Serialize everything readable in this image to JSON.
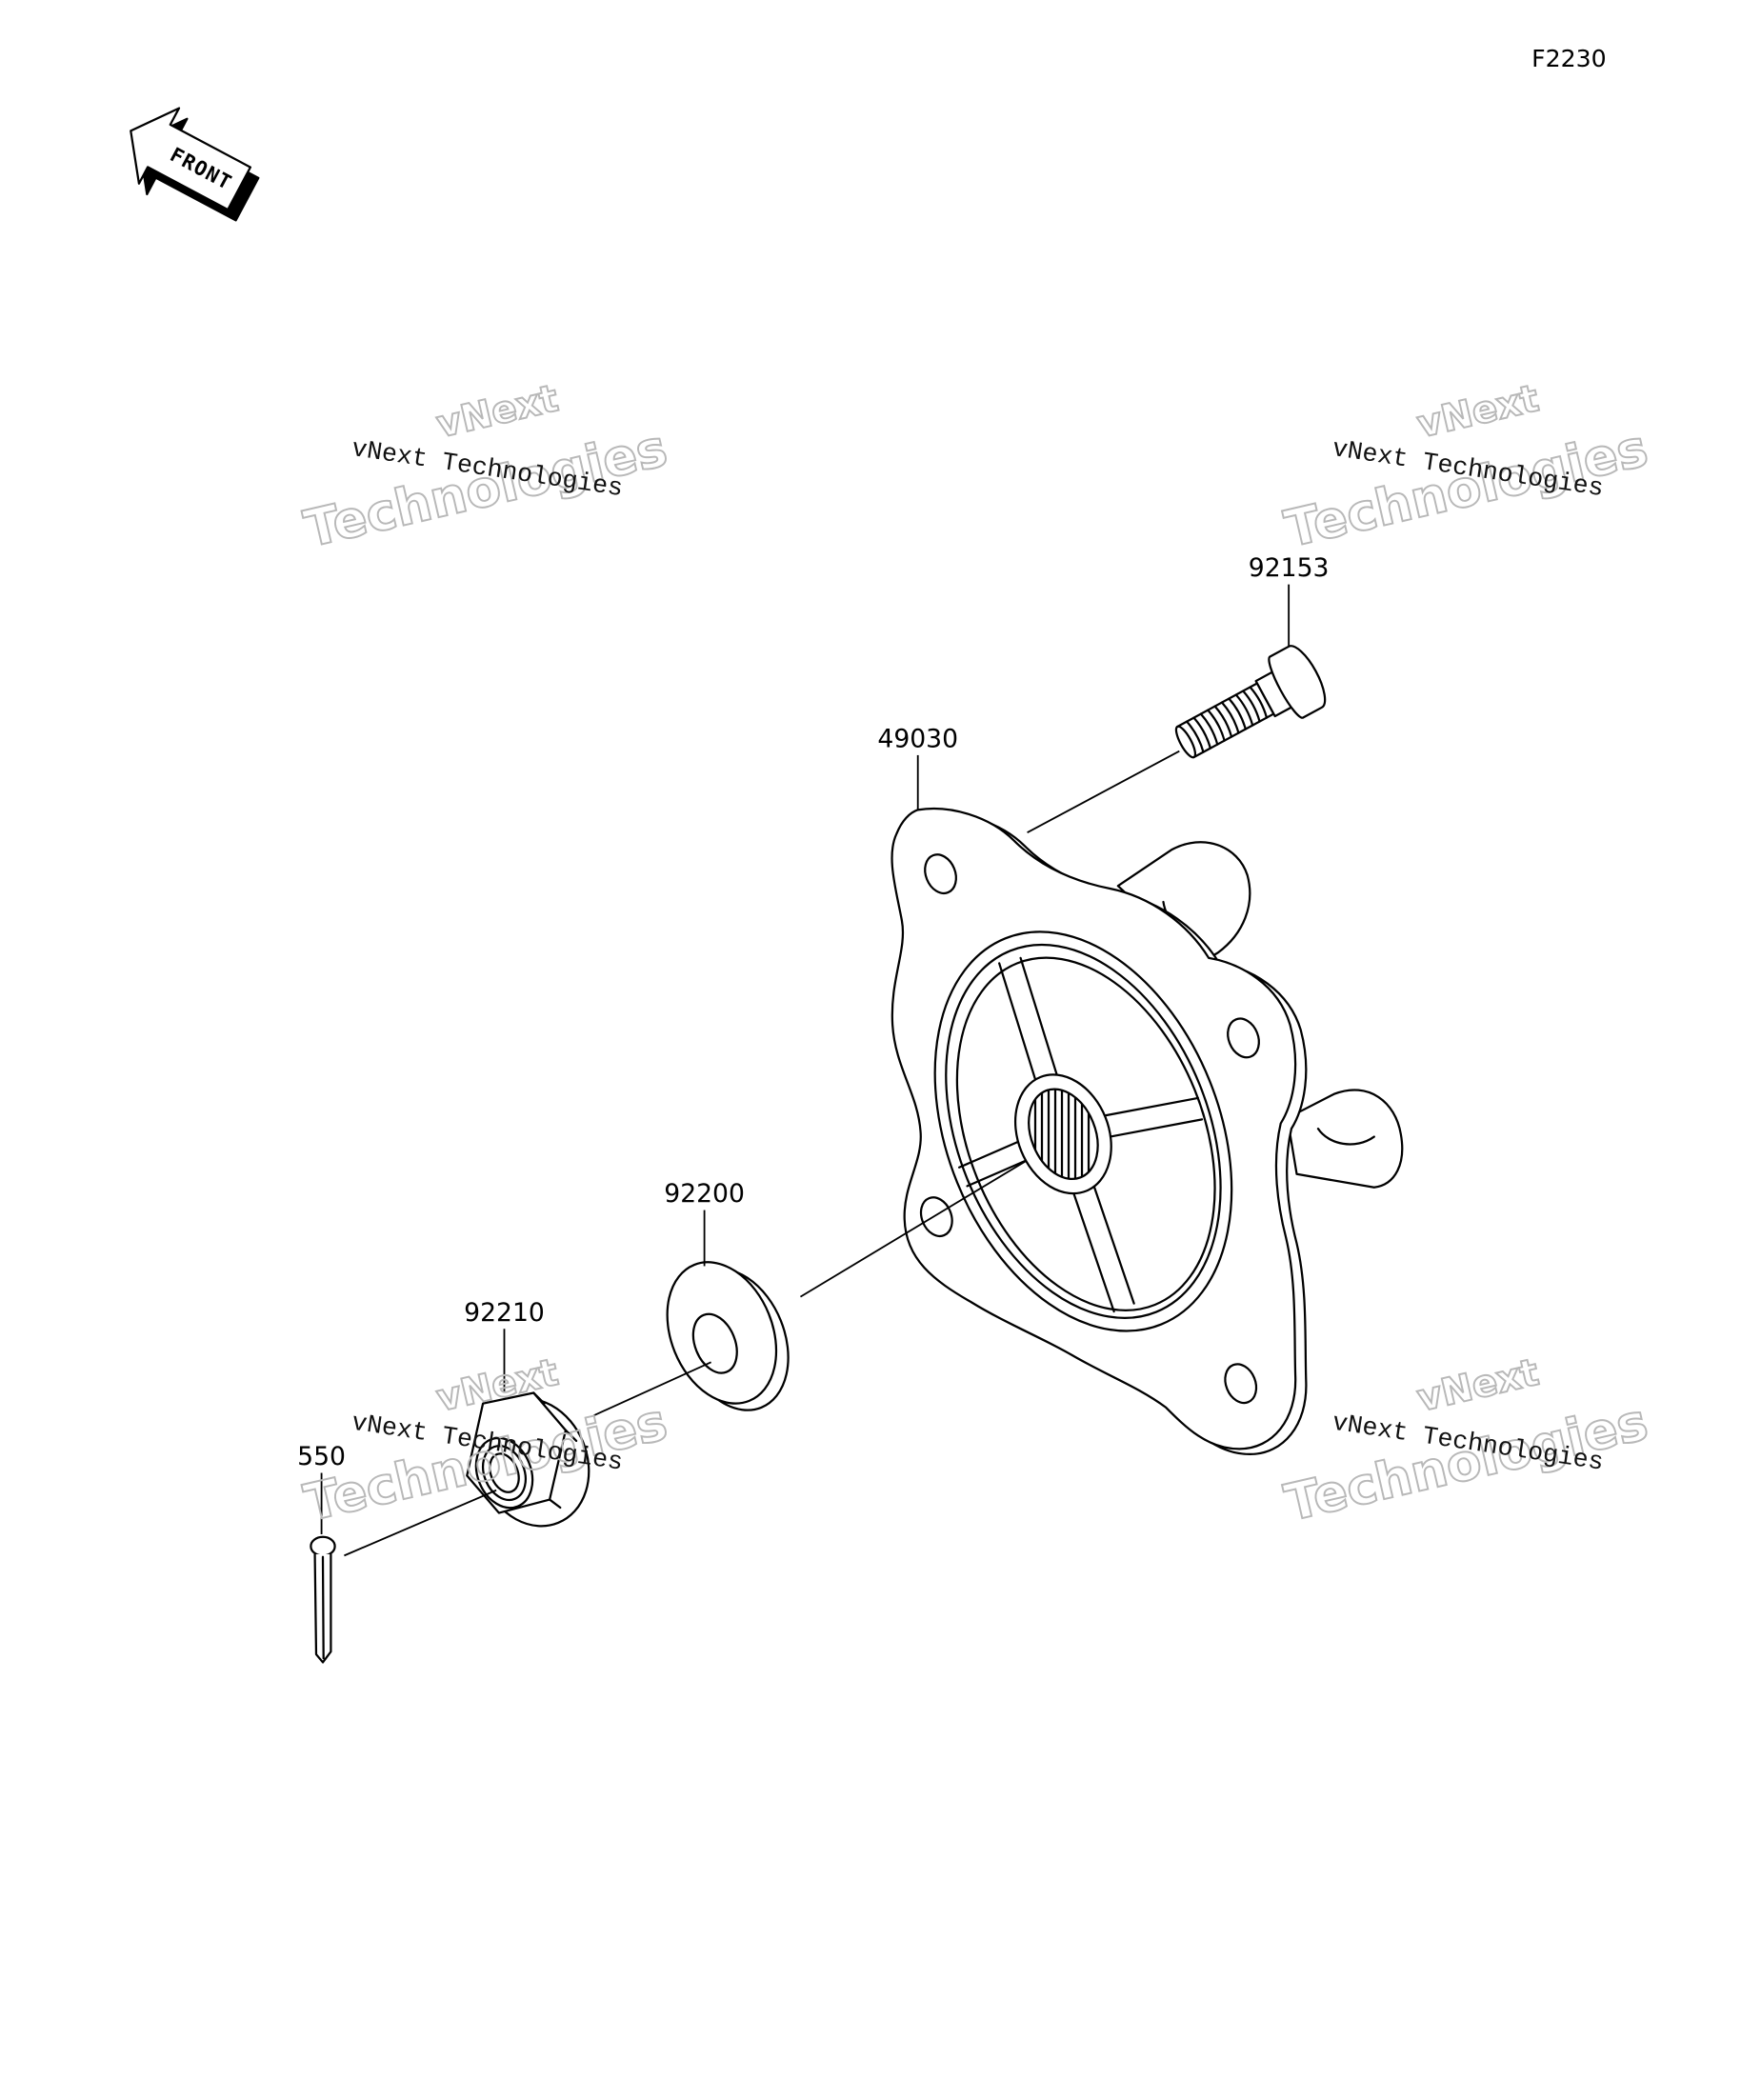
{
  "header": {
    "figure_code": "F2230"
  },
  "front_arrow": {
    "label": "FRONT",
    "icon": "front-direction-arrow-icon"
  },
  "callouts": [
    "92153",
    "49030",
    "92200",
    "92210",
    "550"
  ],
  "watermark": {
    "caption": "vNext Technologies",
    "large_line_1": "vNext",
    "large_line_2": "Technologies"
  },
  "colors": {
    "line": "#000000",
    "watermark_outline": "#b8b8b8",
    "background": "#ffffff"
  }
}
